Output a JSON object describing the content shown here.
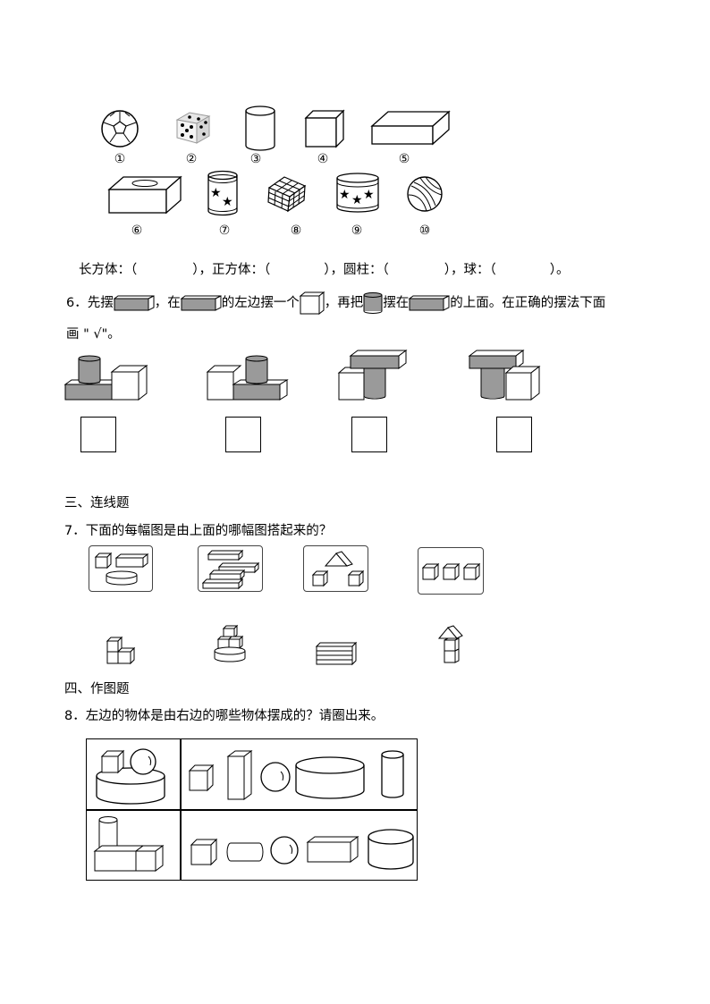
{
  "shapes_labels": [
    "①",
    "②",
    "③",
    "④",
    "⑤",
    "⑥",
    "⑦",
    "⑧",
    "⑨",
    "⑩"
  ],
  "q5_answer_line": {
    "cuboid": "长方体：（",
    "close1": "），正方体：（",
    "close2": "），圆柱：（",
    "close3": "），球：（",
    "close4": "）。"
  },
  "q6": {
    "p1": "6．先摆",
    "p2": "，在",
    "p3": "的左边摆一个",
    "p4": "，再把",
    "p5": "摆在",
    "p6": "的上面。在正确的摆法下面",
    "p7": "画 \" √\"。"
  },
  "section3_title": "三、连线题",
  "q7_text": "7．下面的每幅图是由上面的哪幅图搭起来的？",
  "section4_title": "四、作图题",
  "q8_text": "8．左边的物体是由右边的哪些物体摆成的？请圈出来。"
}
